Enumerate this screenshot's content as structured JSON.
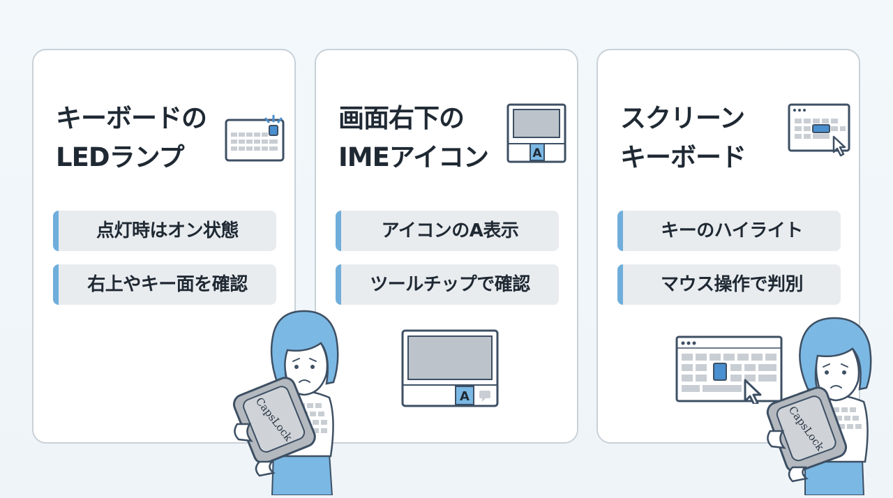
{
  "cards": [
    {
      "title_line1": "キーボードの",
      "title_line2": "LEDランプ",
      "points": [
        "点灯時はオン状態",
        "右上やキー面を確認"
      ],
      "icon": "keyboard-led-icon"
    },
    {
      "title_line1": "画面右下の",
      "title_line2": "IMEアイコン",
      "points": [
        "アイコンのA表示",
        "ツールチップで確認"
      ],
      "icon": "screen-ime-icon",
      "ime_glyph": "A"
    },
    {
      "title_line1": "スクリーン",
      "title_line2": "キーボード",
      "points": [
        "キーのハイライト",
        "マウス操作で判別"
      ],
      "icon": "screen-keyboard-cursor-icon"
    }
  ],
  "illustration": {
    "key_label": "CapsLock",
    "ime_glyph": "A"
  },
  "colors": {
    "accent": "#6faedb",
    "hair": "#7bb8e4",
    "card_border": "#c9d1d8",
    "pill_bg": "#e9ecef",
    "screen": "#bcc3ca",
    "highlight": "#4a8fcf"
  }
}
